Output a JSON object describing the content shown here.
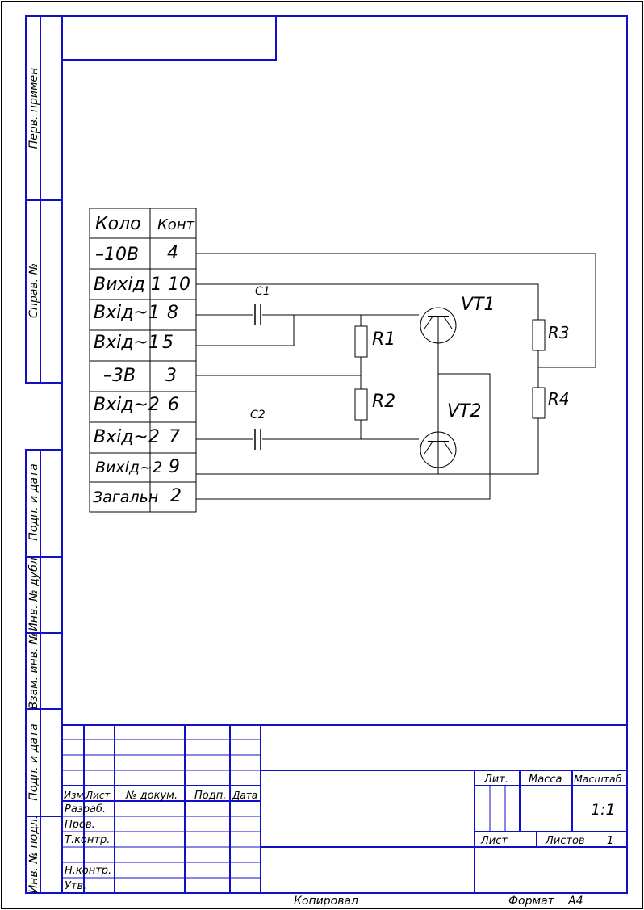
{
  "sheet": {
    "side_labels": [
      "Перв. примен",
      "Справ. №",
      "Подп. и дата",
      "Инв. № дубл",
      "Взам. инв. №",
      "Подп. и дата",
      "Инв. № подл."
    ],
    "copied": "Копировал",
    "format": "Формат",
    "format_value": "A4"
  },
  "title_block": {
    "col_headers": [
      "Изм.",
      "Лист",
      "№ докум.",
      "Подп.",
      "Дата"
    ],
    "row_labels": [
      "Разраб.",
      "Пров.",
      "Т.контр.",
      "",
      "Н.контр.",
      "Утв."
    ],
    "lit": "Лит.",
    "mass": "Масса",
    "scale": "Масштаб",
    "scale_value": "1:1",
    "sheet": "Лист",
    "sheets": "Листов",
    "sheets_value": "1"
  },
  "connector_table": {
    "headers": [
      "Коло",
      "Конт"
    ],
    "rows": [
      {
        "circuit": "–10В",
        "contact": "4"
      },
      {
        "circuit": "Вихід 1",
        "contact": "10"
      },
      {
        "circuit": "Вхід~1",
        "contact": "8"
      },
      {
        "circuit": "Вхід~1",
        "contact": "5"
      },
      {
        "circuit": "–3В",
        "contact": "3"
      },
      {
        "circuit": "Вхід~2",
        "contact": "6"
      },
      {
        "circuit": "Вхід~2",
        "contact": "7"
      },
      {
        "circuit": "Вихід~2",
        "contact": "9"
      },
      {
        "circuit": "Загальн",
        "contact": "2"
      }
    ]
  },
  "components": {
    "c1": "C1",
    "c2": "C2",
    "r1": "R1",
    "r2": "R2",
    "r3": "R3",
    "r4": "R4",
    "vt1": "VT1",
    "vt2": "VT2"
  }
}
